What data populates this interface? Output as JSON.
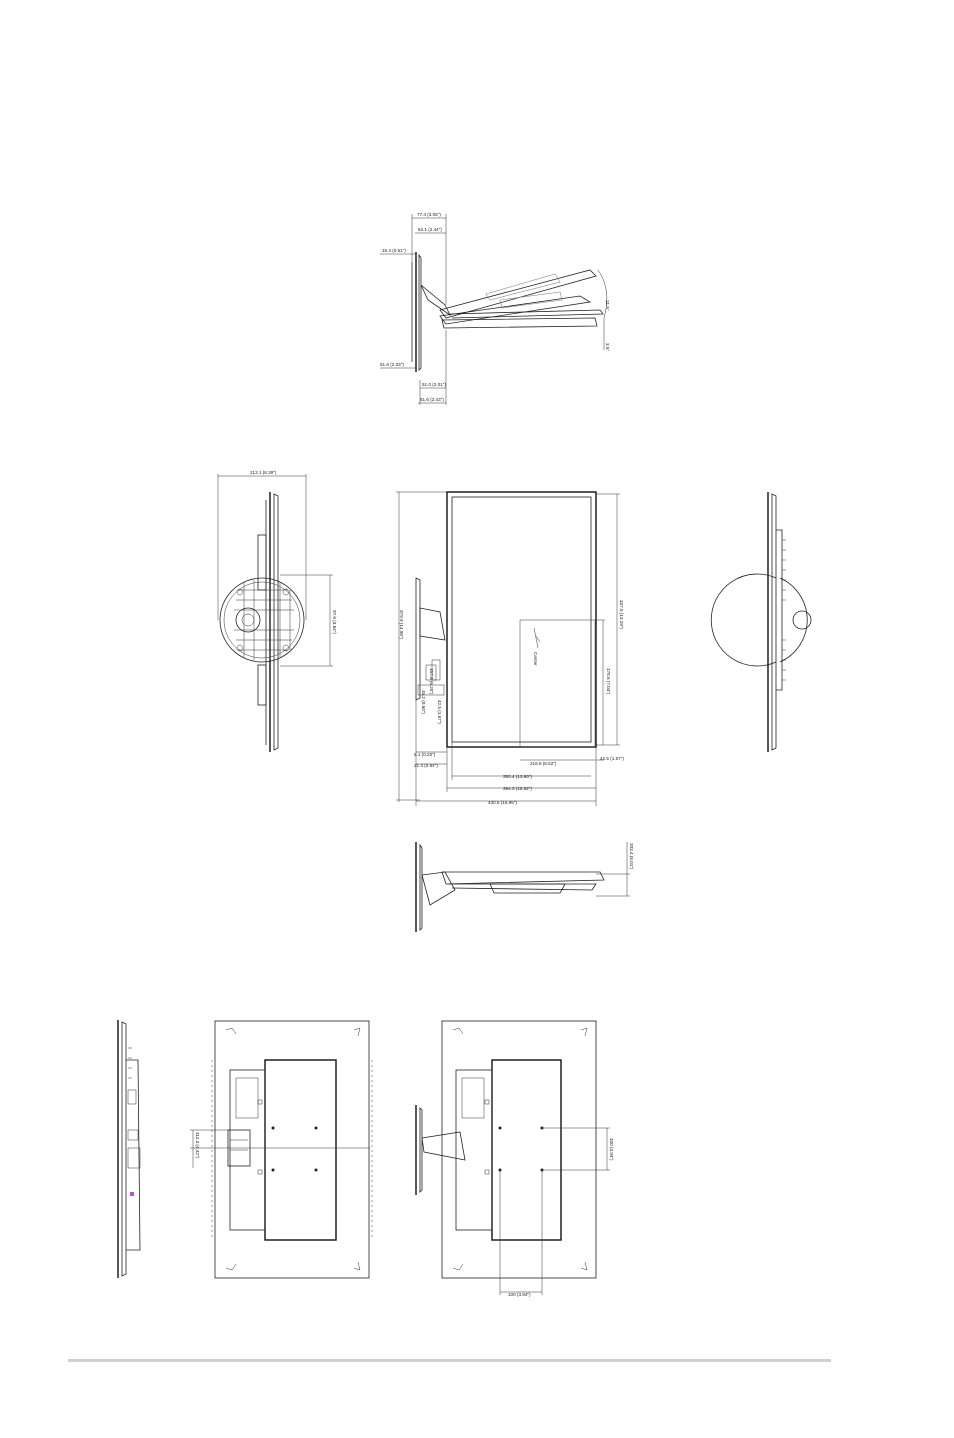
{
  "drawing": {
    "tilt_view": {
      "dims": {
        "top_width": "77.4 (3.05\")",
        "second_width": "62.1 (2.44\")",
        "left_offset": "15.4 (0.61\")",
        "bottom_height": "51.6 (2.03\")",
        "base_depth_a": "51.0 (2.01\")",
        "base_depth_b": "61.6 (2.43\")",
        "angle_up": "21.5°",
        "angle_down": "3.5°"
      }
    },
    "front_view": {
      "dims": {
        "overall_height": "379.9 (14.96\")",
        "screen_height": "337.6 (13.29\")",
        "center_height": "178.6 (7.03\")",
        "stand_height": "157.6 (6.20\")",
        "overall_width": "430.6 (16.95\")",
        "screen_width": "394.3 (15.52\")",
        "active_width": "350.4 (13.80\")",
        "half_width": "218.9 (8.62\")",
        "bezel_bottom": "42.5 (1.67\")",
        "left_a": "21.4 (0.84\")",
        "left_b": "5.1 (0.20\")",
        "side_offset_a": "42.5 (1.67\")",
        "side_offset_b": "15.2 (0.60\")",
        "center_label": "Center"
      }
    },
    "back_view": {
      "dims": {
        "stand_width": "213.1 (8.39\")",
        "base_height": "97.6 (3.84\")"
      }
    },
    "top_view": {
      "dims": {
        "depth": "203.4 (8.01\")"
      }
    },
    "wall_mount_view": {
      "dims": {
        "port_offset": "112.3 (4.42\")",
        "vesa_vertical": "100 (3.94\")",
        "vesa_horizontal": "100 (3.94\")"
      }
    }
  }
}
